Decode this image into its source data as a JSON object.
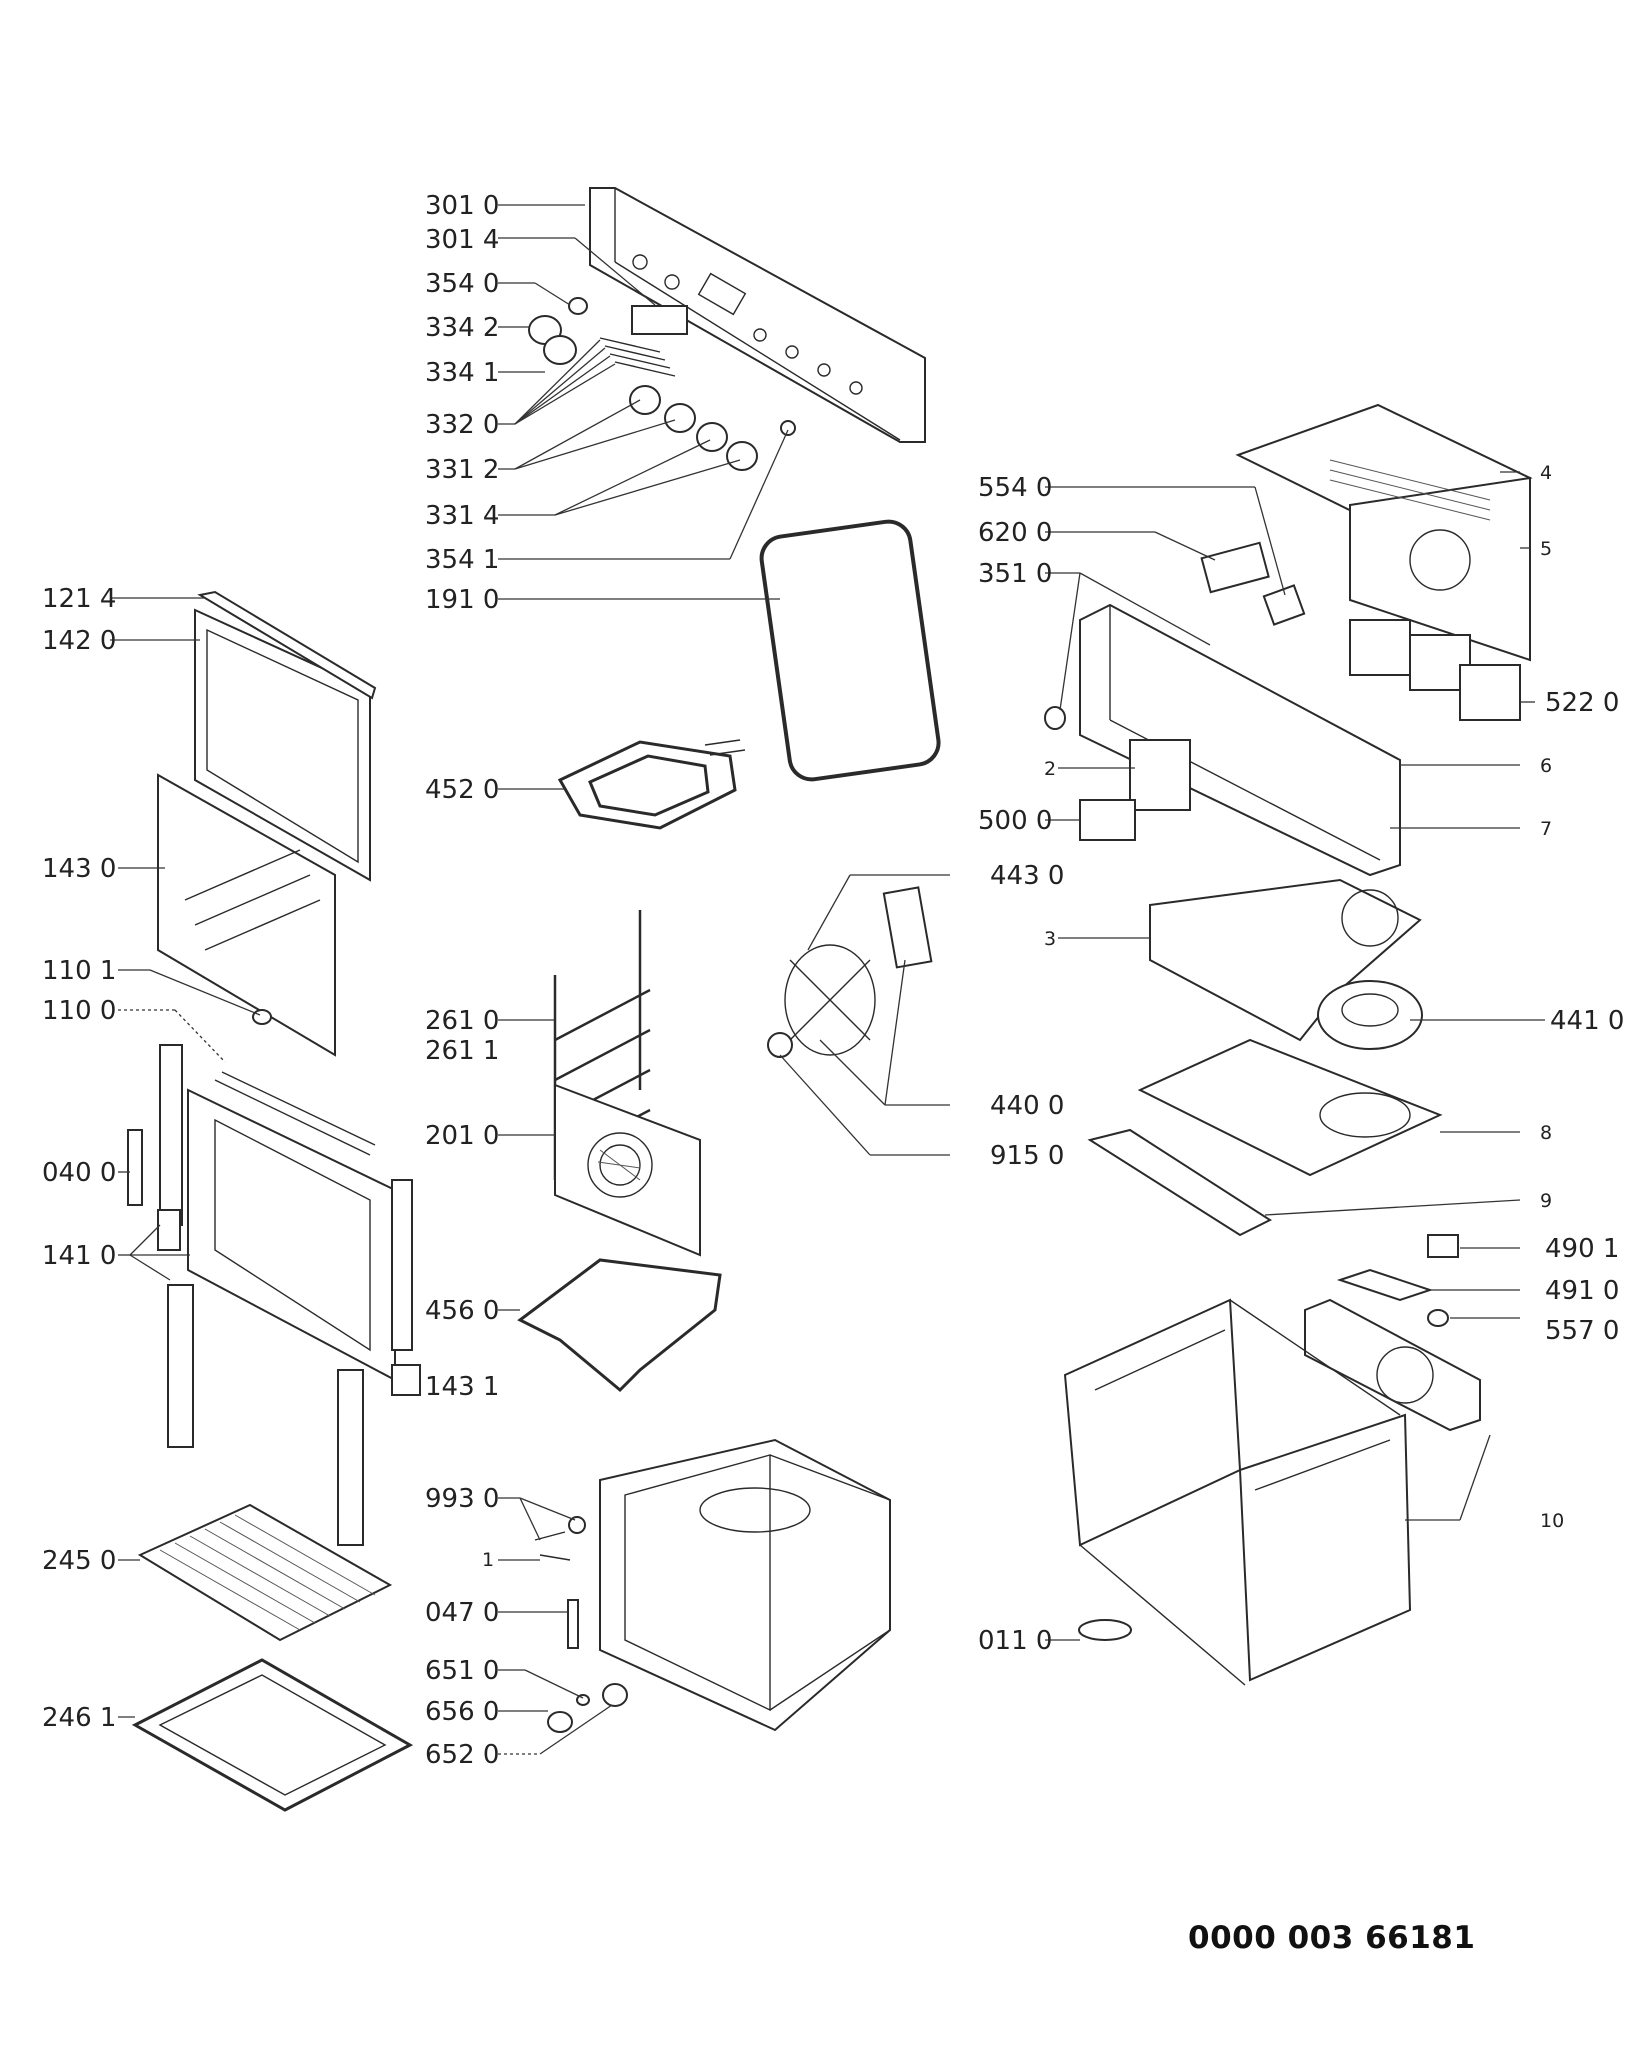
{
  "document_number": "0000 003 66181",
  "labels": {
    "l_301_0": "301 0",
    "l_301_4": "301 4",
    "l_354_0": "354 0",
    "l_334_2": "334 2",
    "l_334_1": "334 1",
    "l_332_0": "332 0",
    "l_331_2": "331 2",
    "l_331_4": "331 4",
    "l_354_1": "354 1",
    "l_191_0": "191 0",
    "l_121_4": "121 4",
    "l_142_0": "142 0",
    "l_452_0": "452 0",
    "l_143_0": "143 0",
    "l_110_1": "110 1",
    "l_110_0": "110 0",
    "l_261_0": "261 0",
    "l_261_1": "261 1",
    "l_201_0": "201 0",
    "l_040_0": "040 0",
    "l_141_0": "141 0",
    "l_456_0": "456 0",
    "l_143_1": "143 1",
    "l_993_0": "993 0",
    "l_1": "1",
    "l_245_0": "245 0",
    "l_047_0": "047 0",
    "l_651_0": "651 0",
    "l_656_0": "656 0",
    "l_246_1": "246 1",
    "l_652_0": "652 0",
    "l_554_0": "554 0",
    "l_620_0": "620 0",
    "l_351_0": "351 0",
    "l_4": "4",
    "l_5": "5",
    "l_522_0": "522 0",
    "l_2": "2",
    "l_6": "6",
    "l_500_0": "500 0",
    "l_7": "7",
    "l_443_0": "443 0",
    "l_3": "3",
    "l_441_0": "441 0",
    "l_440_0": "440 0",
    "l_915_0": "915 0",
    "l_8": "8",
    "l_9": "9",
    "l_490_1": "490 1",
    "l_491_0": "491 0",
    "l_557_0": "557 0",
    "l_10": "10",
    "l_011_0": "011 0"
  }
}
